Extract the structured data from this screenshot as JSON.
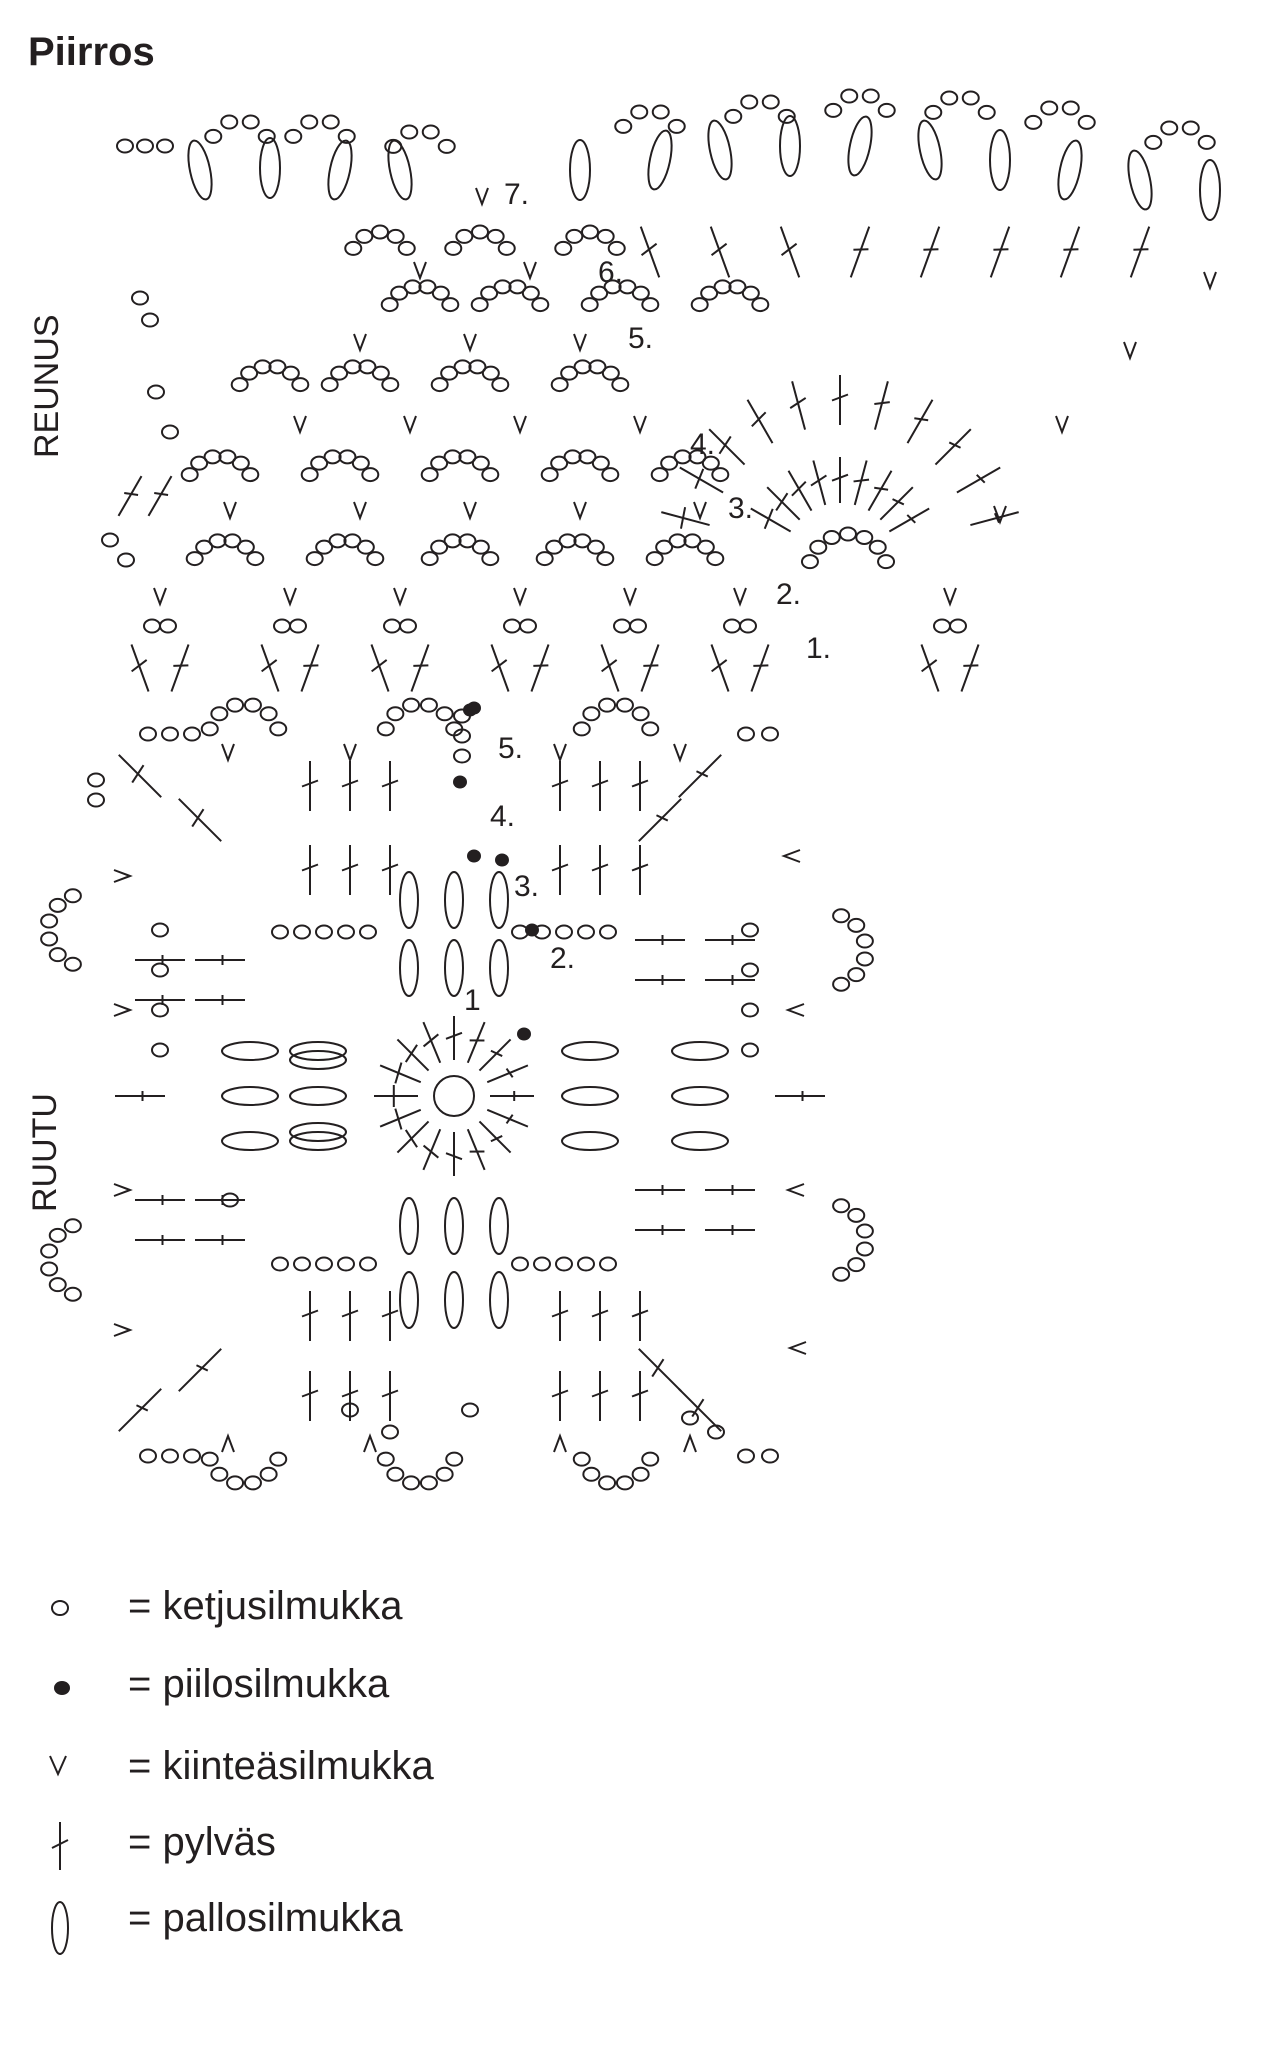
{
  "title": "Piirros",
  "sections": {
    "edge": "REUNUS",
    "square": "RUUTU"
  },
  "edge_rows": [
    "1.",
    "2.",
    "3.",
    "4.",
    "5.",
    "6.",
    "7."
  ],
  "square_rows": [
    "1",
    "2.",
    "3.",
    "4.",
    "5."
  ],
  "legend": [
    {
      "symbol": "chain-stitch-icon",
      "label": "= ketjusilmukka"
    },
    {
      "symbol": "slip-stitch-icon",
      "label": "= piilosilmukka"
    },
    {
      "symbol": "single-crochet-icon",
      "label": "= kiinteäsilmukka"
    },
    {
      "symbol": "double-crochet-icon",
      "label": "= pylväs"
    },
    {
      "symbol": "bobble-icon",
      "label": "= pallosilmukka"
    }
  ],
  "colors": {
    "ink": "#231f20",
    "background": "#ffffff"
  }
}
